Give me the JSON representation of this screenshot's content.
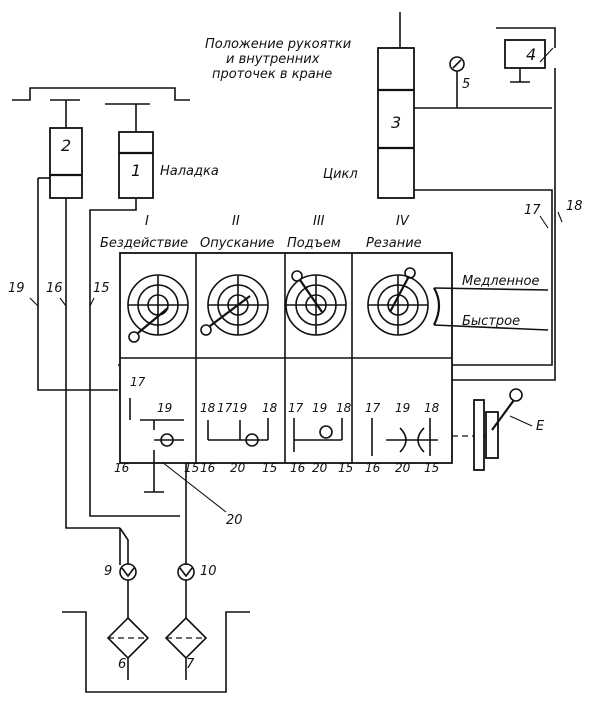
{
  "caption": [
    "Положение рукоятки",
    "и внутренних",
    "проточек в кране"
  ],
  "labels": {
    "naladka": "Наладка",
    "cycle": "Цикл",
    "slow": "Медленное",
    "fast": "Быстрое",
    "E": "E"
  },
  "components": {
    "c1": "1",
    "c2": "2",
    "c3": "3",
    "c4": "4",
    "c5": "5",
    "c6": "6",
    "c7": "7",
    "c9": "9",
    "c10": "10"
  },
  "lines": {
    "l15": "15",
    "l16": "16",
    "l17": "17",
    "l18": "18",
    "l19": "19",
    "l20": "20"
  },
  "positions": [
    {
      "numeral": "I",
      "name": "Бездействие"
    },
    {
      "numeral": "II",
      "name": "Опускание"
    },
    {
      "numeral": "III",
      "name": "Подъем"
    },
    {
      "numeral": "IV",
      "name": "Резание"
    }
  ],
  "ports": {
    "col1_top": [
      "17",
      "19"
    ],
    "col2_top": [
      "18",
      "17",
      "19",
      "18"
    ],
    "col3_top": [
      "17",
      "19",
      "18"
    ],
    "col4_top": [
      "17",
      "19",
      "18"
    ],
    "col1_bottom": [
      "16",
      "15"
    ],
    "col2_bottom": [
      "16",
      "20",
      "15"
    ],
    "col3_bottom": [
      "16",
      "20",
      "15"
    ],
    "col4_bottom": [
      "16",
      "20",
      "15"
    ]
  }
}
